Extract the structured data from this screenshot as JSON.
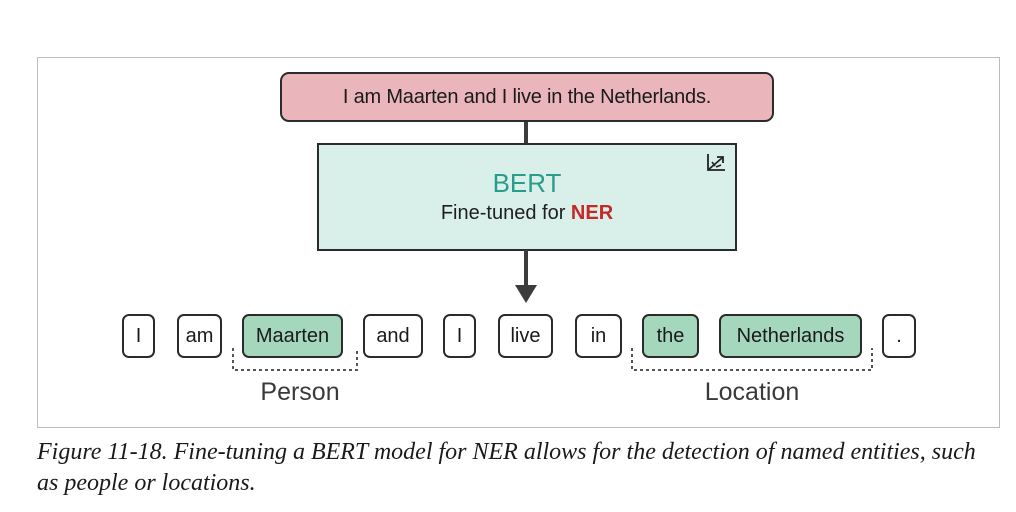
{
  "diagram": {
    "input_sentence": "I am Maarten and I live in the Netherlands.",
    "model": {
      "name": "BERT",
      "subtitle_prefix": "Fine-tuned for ",
      "task": "NER",
      "icon": "fine-tune-icon"
    },
    "tokens": [
      {
        "text": "I",
        "entity": false
      },
      {
        "text": "am",
        "entity": false
      },
      {
        "text": "Maarten",
        "entity": true
      },
      {
        "text": "and",
        "entity": false
      },
      {
        "text": "I",
        "entity": false
      },
      {
        "text": "live",
        "entity": false
      },
      {
        "text": "in",
        "entity": false
      },
      {
        "text": "the",
        "entity": true
      },
      {
        "text": "Netherlands",
        "entity": true
      },
      {
        "text": ".",
        "entity": false
      }
    ],
    "entities": [
      {
        "label": "Person"
      },
      {
        "label": "Location"
      }
    ],
    "colors": {
      "input_fill": "#eab5bb",
      "model_fill": "#d9efe9",
      "model_name": "#2a9c8c",
      "task_highlight": "#c62828",
      "entity_token_fill": "#a5d7bc"
    }
  },
  "caption": "Figure 11-18. Fine-tuning a BERT model for NER allows for the detection of named entities, such as people or locations."
}
